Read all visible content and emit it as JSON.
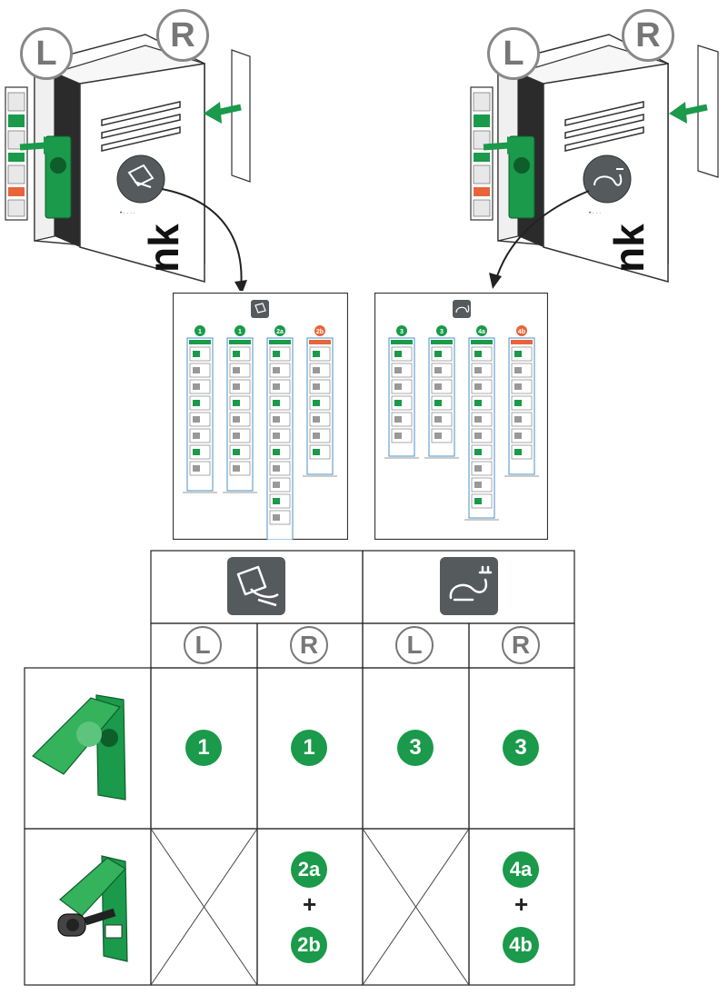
{
  "labels": {
    "left": "L",
    "right": "R"
  },
  "brand_fragment": "nk",
  "sheet_columns": {
    "socket_shutter": [
      "1",
      "1",
      "2a",
      "2b"
    ],
    "tethered_cable": [
      "3",
      "3",
      "4a",
      "4b"
    ]
  },
  "table": {
    "columns": [
      {
        "group": "socket-shutter",
        "icon": "hand-shutter-icon",
        "side": "L"
      },
      {
        "group": "socket-shutter",
        "icon": "hand-shutter-icon",
        "side": "R"
      },
      {
        "group": "tethered-cable",
        "icon": "cable-plug-icon",
        "side": "L"
      },
      {
        "group": "tethered-cable",
        "icon": "cable-plug-icon",
        "side": "R"
      }
    ],
    "rows": [
      {
        "image": "green-flap-socket",
        "cells": [
          [
            "1"
          ],
          [
            "1"
          ],
          [
            "3"
          ],
          [
            "3"
          ]
        ]
      },
      {
        "image": "green-flap-cable",
        "cells": [
          null,
          [
            "2a",
            "+",
            "2b"
          ],
          null,
          [
            "4a",
            "+",
            "4b"
          ]
        ]
      }
    ]
  },
  "colors": {
    "accent_green": "#1a9a4a",
    "icon_dark": "#555a5d",
    "warn_orange": "#e8643a",
    "guide_blue": "#4a90c8"
  }
}
